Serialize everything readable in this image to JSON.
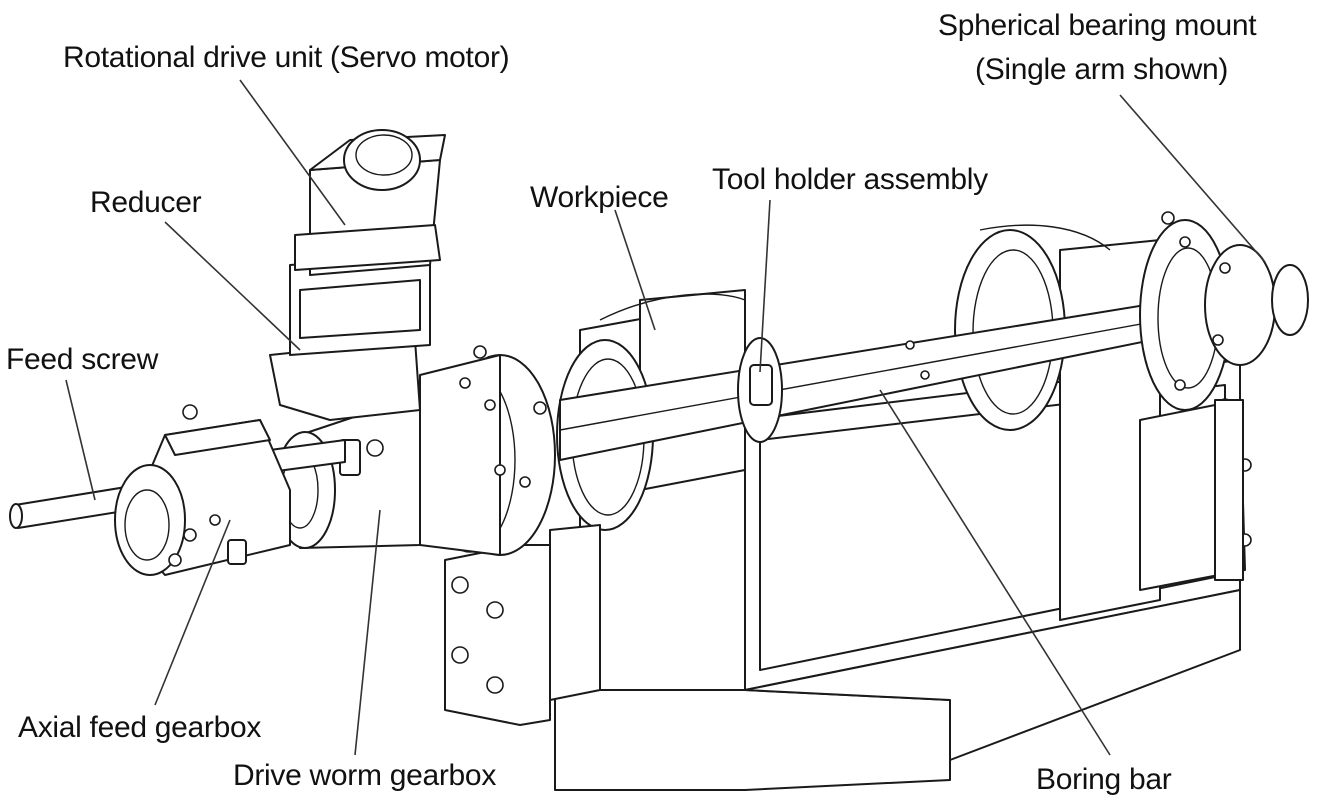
{
  "labels": {
    "rotational_drive_unit": "Rotational drive unit (Servo motor)",
    "spherical_bearing_mount_line1": "Spherical bearing mount",
    "spherical_bearing_mount_line2": "(Single arm shown)",
    "reducer": "Reducer",
    "workpiece": "Workpiece",
    "tool_holder_assembly": "Tool holder assembly",
    "feed_screw": "Feed screw",
    "axial_feed_gearbox": "Axial feed gearbox",
    "drive_worm_gearbox": "Drive worm gearbox",
    "boring_bar": "Boring bar"
  },
  "colors": {
    "line": "#1a1a1a",
    "fill": "#ffffff",
    "text": "#111111"
  }
}
